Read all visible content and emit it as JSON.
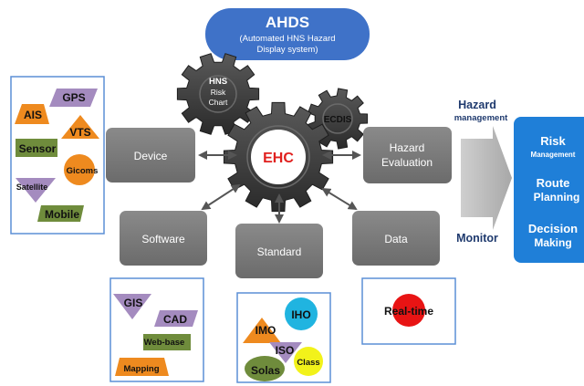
{
  "header": {
    "title": "AHDS",
    "subtitle_line1": "(Automated HNS Hazard",
    "subtitle_line2": "Display system)"
  },
  "gears": {
    "hns_line1": "HNS",
    "hns_line2": "Risk",
    "hns_line3": "Chart",
    "ehc": "EHC",
    "ecdis": "ECDIS"
  },
  "boxes": {
    "device": "Device",
    "software": "Software",
    "standard": "Standard",
    "data": "Data",
    "hazard_line1": "Hazard",
    "hazard_line2": "Evaluation"
  },
  "right": {
    "hazard_label": "Hazard",
    "management_label": "management",
    "monitor_label": "Monitor",
    "risk_line1": "Risk",
    "risk_line2": "Management",
    "route_line1": "Route",
    "route_line2": "Planning",
    "decision_line1": "Decision",
    "decision_line2": "Making"
  },
  "device_panel": {
    "gps": "GPS",
    "ais": "AIS",
    "vts": "VTS",
    "sensor": "Sensor",
    "gicoms": "Gicoms",
    "satellite": "Satellite",
    "mobile": "Mobile"
  },
  "software_panel": {
    "gis": "GIS",
    "cad": "CAD",
    "webbase": "Web-base",
    "mapping": "Mapping"
  },
  "standard_panel": {
    "iho": "IHO",
    "imo": "IMO",
    "iso": "ISO",
    "solas": "Solas",
    "class": "Class"
  },
  "data_panel": {
    "realtime": "Real-time"
  },
  "colors": {
    "title_blue": "#3f72c8",
    "gear_dark": "#3a3a3a",
    "box_grey": "#7a7a7a",
    "ehc_red": "#e0201e",
    "panel_border": "#5b8fd6",
    "right_blue": "#1f7fd8",
    "label_navy": "#1f3a6e",
    "purple": "#a48bbf",
    "orange": "#ee8a1f",
    "green": "#6f8c3c",
    "aqua": "#20b4e0",
    "yellow": "#f2f21a",
    "red": "#e81414"
  }
}
